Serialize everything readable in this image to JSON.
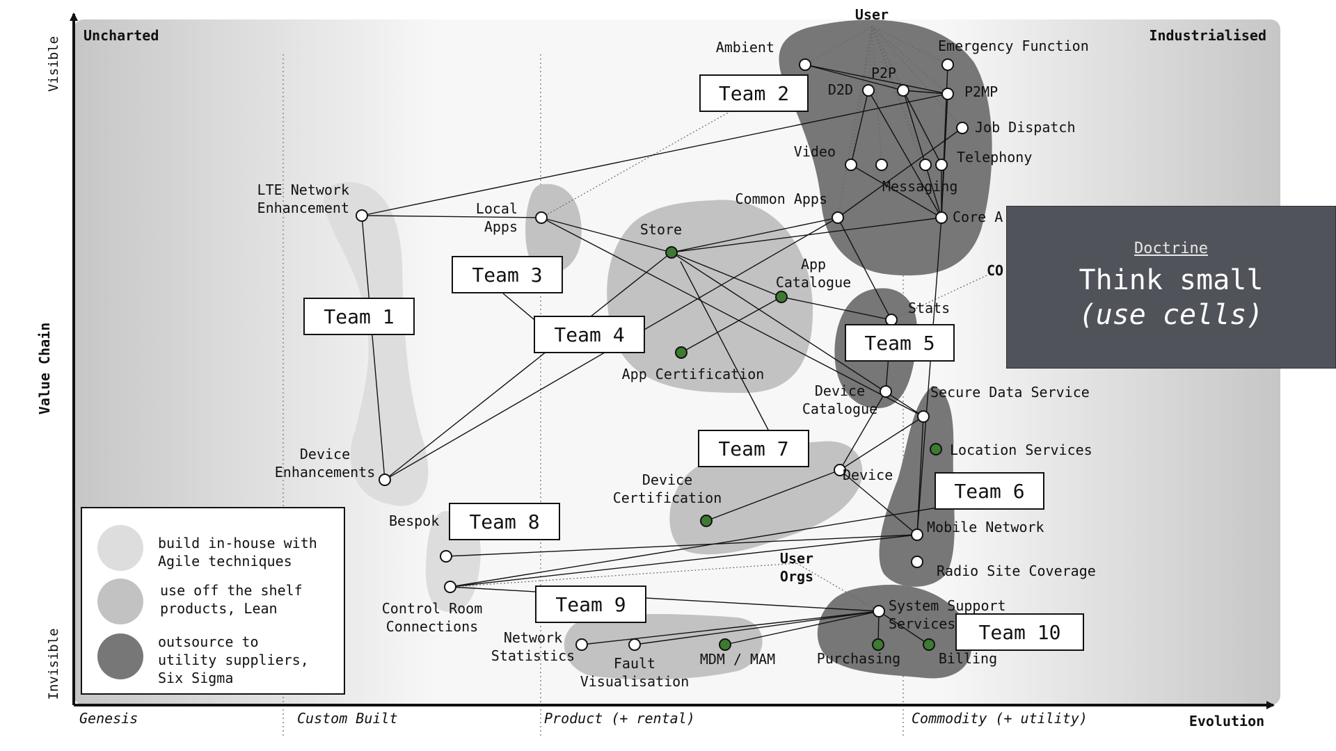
{
  "colors": {
    "inhouse": "#dddddd",
    "offshelf": "#c2c2c2",
    "outsource": "#777777",
    "node_open": "#ffffff",
    "node_filled": "#3d7a32",
    "doctrine_bg": "#50535a"
  },
  "axes": {
    "y_top": "Visible",
    "y_middle": "Value Chain",
    "y_bottom": "Invisible",
    "x_end": "Evolution"
  },
  "corners": {
    "top_left": "Uncharted",
    "top_right": "Industrialised"
  },
  "stages": [
    "Genesis",
    "Custom Built",
    "Product (+ rental)",
    "Commodity (+ utility)"
  ],
  "components": [
    {
      "id": "user",
      "label": "User",
      "style": "anchor"
    },
    {
      "id": "ambient",
      "label": "Ambient",
      "style": "open"
    },
    {
      "id": "emergency",
      "label": "Emergency Function",
      "style": "open"
    },
    {
      "id": "d2d",
      "label": "D2D",
      "style": "open"
    },
    {
      "id": "p2p",
      "label": "P2P",
      "style": "open"
    },
    {
      "id": "p2mp",
      "label": "P2MP",
      "style": "open"
    },
    {
      "id": "jobdispatch",
      "label": "Job Dispatch",
      "style": "open"
    },
    {
      "id": "video",
      "label": "Video",
      "style": "open"
    },
    {
      "id": "videob",
      "label": "",
      "style": "open"
    },
    {
      "id": "telephony",
      "label": "Telephony",
      "style": "open"
    },
    {
      "id": "messaging",
      "label": "Messaging",
      "style": "open"
    },
    {
      "id": "commonapps",
      "label": "Common Apps",
      "style": "open"
    },
    {
      "id": "coreapps",
      "label": "Core A",
      "style": "open"
    },
    {
      "id": "lte",
      "label": "LTE Network Enhancement",
      "style": "open"
    },
    {
      "id": "localapps",
      "label": "Local Apps",
      "style": "open"
    },
    {
      "id": "store",
      "label": "Store",
      "style": "filled"
    },
    {
      "id": "appcatalogue",
      "label": "App Catalogue",
      "style": "filled"
    },
    {
      "id": "appcert",
      "label": "App Certification",
      "style": "filled"
    },
    {
      "id": "stats",
      "label": "Stats",
      "style": "open"
    },
    {
      "id": "devicecatalogue",
      "label": "Device Catalogue",
      "style": "open"
    },
    {
      "id": "securedata",
      "label": "Secure Data Service",
      "style": "open"
    },
    {
      "id": "location",
      "label": "Location Services",
      "style": "filled"
    },
    {
      "id": "device",
      "label": "Device",
      "style": "open"
    },
    {
      "id": "devicecert",
      "label": "Device Certification",
      "style": "filled"
    },
    {
      "id": "deviceenh",
      "label": "Device Enhancements",
      "style": "open"
    },
    {
      "id": "mobilenet",
      "label": "Mobile Network",
      "style": "open"
    },
    {
      "id": "radiosite",
      "label": "Radio Site Coverage",
      "style": "open"
    },
    {
      "id": "bespoke",
      "label": "Bespok",
      "style": "open"
    },
    {
      "id": "controlroom",
      "label": "Control Room Connections",
      "style": "open"
    },
    {
      "id": "userorgs",
      "label": "User Orgs",
      "style": "anchor"
    },
    {
      "id": "syssupport",
      "label": "System Support Services",
      "style": "open"
    },
    {
      "id": "netstats",
      "label": "Network Statistics",
      "style": "open"
    },
    {
      "id": "faultvis",
      "label": "Fault Visualisation",
      "style": "open"
    },
    {
      "id": "mdm",
      "label": "MDM / MAM",
      "style": "filled"
    },
    {
      "id": "purchasing",
      "label": "Purchasing",
      "style": "filled"
    },
    {
      "id": "billing",
      "label": "Billing",
      "style": "filled"
    },
    {
      "id": "co",
      "label": "CO",
      "style": "anchor"
    }
  ],
  "teams": [
    {
      "id": "t1",
      "label": "Team 1"
    },
    {
      "id": "t2",
      "label": "Team 2"
    },
    {
      "id": "t3",
      "label": "Team 3"
    },
    {
      "id": "t4",
      "label": "Team 4"
    },
    {
      "id": "t5",
      "label": "Team 5"
    },
    {
      "id": "t6",
      "label": "Team 6"
    },
    {
      "id": "t7",
      "label": "Team 7"
    },
    {
      "id": "t8",
      "label": "Team 8"
    },
    {
      "id": "t9",
      "label": "Team 9"
    },
    {
      "id": "t10",
      "label": "Team 10"
    }
  ],
  "legend": [
    {
      "level": "inhouse",
      "lines": [
        "build in-house with",
        "Agile techniques"
      ]
    },
    {
      "level": "offshelf",
      "lines": [
        "use off the shelf",
        "products, Lean"
      ]
    },
    {
      "level": "outsource",
      "lines": [
        "outsource to",
        "utility suppliers,",
        "Six Sigma"
      ]
    }
  ],
  "doctrine": {
    "heading": "Doctrine",
    "line1": "Think small",
    "line2": "(use cells)"
  }
}
